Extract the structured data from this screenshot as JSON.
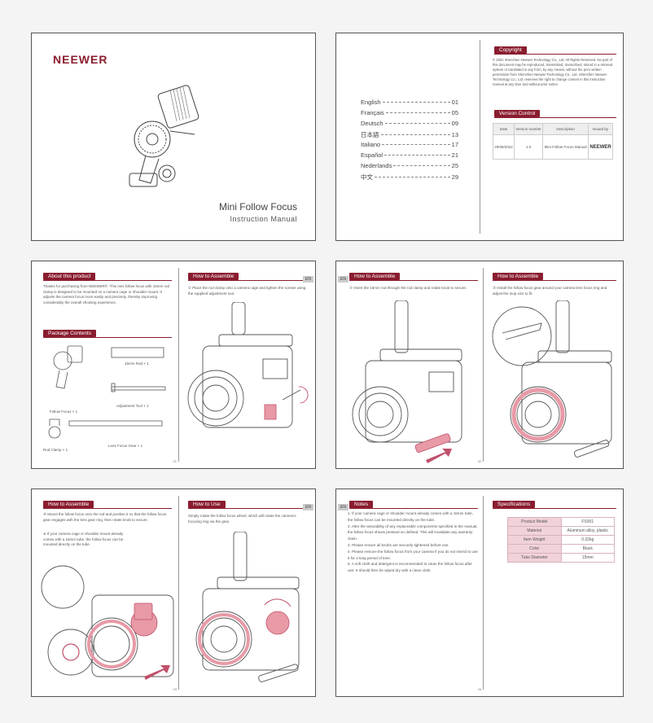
{
  "brand": {
    "logo": "NEEWER"
  },
  "cover": {
    "title": "Mini Follow Focus",
    "subtitle": "Instruction Manual"
  },
  "toc": [
    {
      "lang": "English",
      "page": "01"
    },
    {
      "lang": "Français",
      "page": "05"
    },
    {
      "lang": "Deutsch",
      "page": "09"
    },
    {
      "lang": "日本語",
      "page": "13"
    },
    {
      "lang": "Italiano",
      "page": "17"
    },
    {
      "lang": "Español",
      "page": "21"
    },
    {
      "lang": "Nederlands",
      "page": "25"
    },
    {
      "lang": "中文",
      "page": "29"
    }
  ],
  "copyright": {
    "heading": "Copyright",
    "text": "© 2022 Shenzhen Neewer Technology Co., Ltd. All Rights Reserved. No part of this document may be reproduced, transmitted, transcribed, stored in a retrieval system or translated in any form, by any means, without the prior written permission from Shenzhen Neewer Technology Co., Ltd. Shenzhen Neewer Technology Co., Ltd. reserves the right to change content in this instruction manual at any time and without prior notice."
  },
  "version": {
    "heading": "Version Control",
    "headers": [
      "Date",
      "Version number",
      "Description",
      "Issued by"
    ],
    "row": [
      "29/08/2022",
      "1.0",
      "Mini Follow Focus Manual",
      "NEEWER"
    ]
  },
  "about": {
    "heading": "About this product",
    "text": "Thanks for purchasing from NEEWER®. This mini follow focus with 15mm rod clamp is designed to be mounted on a camera cage or shoulder mount. It adjusts the camera focus more easily and precisely, thereby improving considerably the overall shooting experience."
  },
  "package": {
    "heading": "Package Contents",
    "items": [
      "Follow Focus × 1",
      "15mm Rod × 1",
      "Adjustment Tool × 1",
      "Rod Clamp × 1",
      "Lens Focus Gear × 1"
    ]
  },
  "assemble1": {
    "heading": "How to Assemble",
    "step": "① Place the rod clamp onto a camera cage and tighten the screws using the supplied adjustment tool."
  },
  "assemble2": {
    "heading": "How to Assemble",
    "step": "② Insert the 15mm rod through the rod clamp and rotate knob to secure."
  },
  "assemble3": {
    "heading": "How to Assemble",
    "step": "③ Install the follow focus gear around your camera lens focus ring and adjust the loop size to fit."
  },
  "assemble4": {
    "heading": "How to Assemble",
    "step": "④ Mount the follow focus onto the rod and position it so that the follow focus gear engages with the lens gear ring, then rotate knob to secure.",
    "note": "※ If your camera cage or shoulder mount already comes with a 15mm tube, the follow focus can be mounted directly on the tube."
  },
  "use": {
    "heading": "How to Use",
    "text": "Simply rotate the follow focus wheel, which will rotate the camera's focusing ring via the gear."
  },
  "notes": {
    "heading": "Notes",
    "items": [
      "1. If your camera cage or shoulder mount already comes with a 15mm tube, the follow focus can be mounted directly on the tube.",
      "2. Alter the wearability of any replaceable components specified in the manual, the follow focus shows pressed on defined. This will invalidate any warranty claim.",
      "3. Please ensure all knobs are securely tightened before use.",
      "4. Please remove the follow focus from your camera if you do not intend to use it for a long period of time.",
      "5. A soft cloth and detergent is recommended to clean the follow focus after use. It should then be wiped dry with a clean cloth."
    ]
  },
  "specs": {
    "heading": "Specifications",
    "rows": [
      [
        "Product Model",
        "FS001"
      ],
      [
        "Material",
        "Aluminum alloy, plastic"
      ],
      [
        "Item Weight",
        "0.32kg"
      ],
      [
        "Color",
        "Black"
      ],
      [
        "Tube Diameter",
        "15mm"
      ]
    ]
  },
  "labels": {
    "en": "EN",
    "p1": "01",
    "p2": "02",
    "p3": "03",
    "p4": "04"
  },
  "colors": {
    "accent": "#8a1d2f",
    "highlight": "#e89aa7"
  }
}
